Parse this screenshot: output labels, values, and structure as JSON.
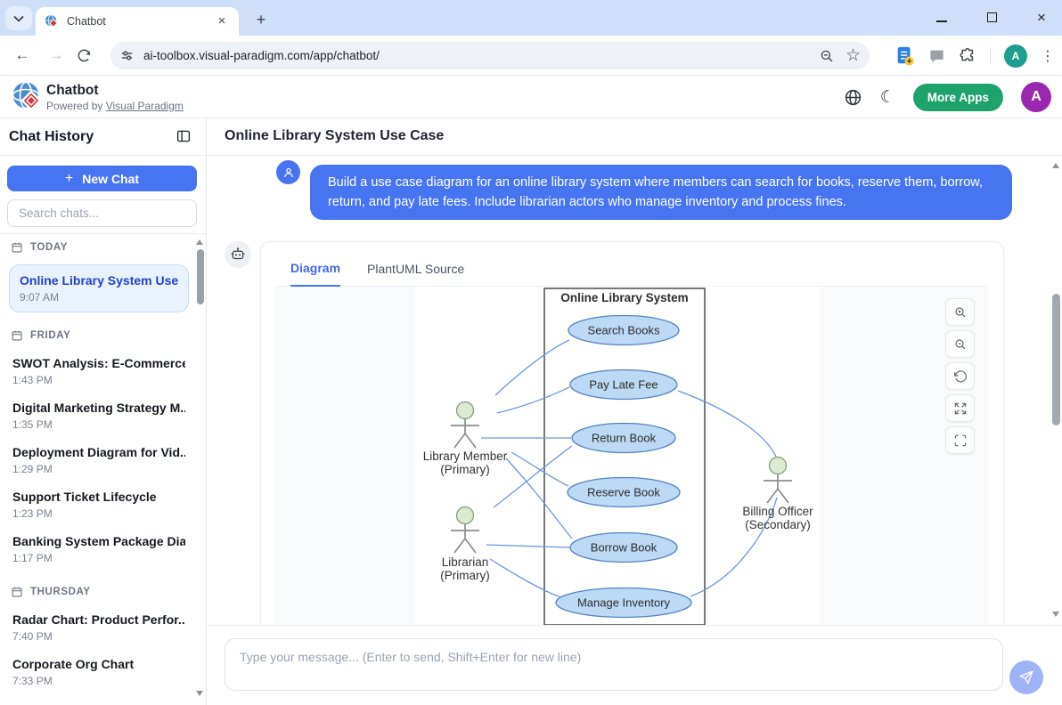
{
  "browser": {
    "tab_title": "Chatbot",
    "url": "ai-toolbox.visual-paradigm.com/app/chatbot/",
    "avatar_letter": "A"
  },
  "icons": {
    "close": "×",
    "plus": "+",
    "back": "←",
    "forward": "→",
    "star": "☆",
    "dots": "⋮",
    "moon": "☾",
    "min": "",
    "newtab_plus": "+"
  },
  "header": {
    "app_title": "Chatbot",
    "powered_prefix": "Powered by",
    "powered_link": "Visual Paradigm",
    "more_apps_label": "More Apps",
    "avatar_letter": "A"
  },
  "sidebar": {
    "title": "Chat History",
    "new_chat_label": "New Chat",
    "search_placeholder": "Search chats...",
    "groups": [
      {
        "label": "TODAY",
        "items": [
          {
            "title": "Online Library System Use C...",
            "time": "9:07 AM"
          }
        ]
      },
      {
        "label": "FRIDAY",
        "items": [
          {
            "title": "SWOT Analysis: E-Commerce...",
            "time": "1:43 PM"
          },
          {
            "title": "Digital Marketing Strategy M...",
            "time": "1:35 PM"
          },
          {
            "title": "Deployment Diagram for Vid...",
            "time": "1:29 PM"
          },
          {
            "title": "Support Ticket Lifecycle",
            "time": "1:23 PM"
          },
          {
            "title": "Banking System Package Dia...",
            "time": "1:17 PM"
          }
        ]
      },
      {
        "label": "THURSDAY",
        "items": [
          {
            "title": "Radar Chart: Product Perfor...",
            "time": "7:40 PM"
          },
          {
            "title": "Corporate Org Chart",
            "time": "7:33 PM"
          }
        ]
      }
    ]
  },
  "main": {
    "page_title": "Online Library System Use Case",
    "user_message": "Build a use case diagram for an online library system where members can search for books, reserve them, borrow, return, and pay late fees. Include librarian actors who manage inventory and process fines.",
    "tabs": [
      {
        "label": "Diagram"
      },
      {
        "label": "PlantUML Source"
      }
    ],
    "composer_placeholder": "Type your message... (Enter to send, Shift+Enter for new line)"
  },
  "diagram": {
    "system_title": "Online Library System",
    "use_cases": [
      "Search Books",
      "Pay Late Fee",
      "Return Book",
      "Reserve Book",
      "Borrow Book",
      "Manage Inventory"
    ],
    "actors": [
      {
        "name": "Library Member",
        "role": "(Primary)"
      },
      {
        "name": "Librarian",
        "role": "(Primary)"
      },
      {
        "name": "Billing Officer",
        "role": "(Secondary)"
      }
    ],
    "colors": {
      "usecase_fill": "#bcd9f5",
      "usecase_border": "#5384c4",
      "connector": "#6b97dd",
      "actor_head": "#dcead2",
      "accent_blue": "#4775f2",
      "more_apps_green": "#1fa36c",
      "avatar_purple": "#9a28af"
    }
  }
}
